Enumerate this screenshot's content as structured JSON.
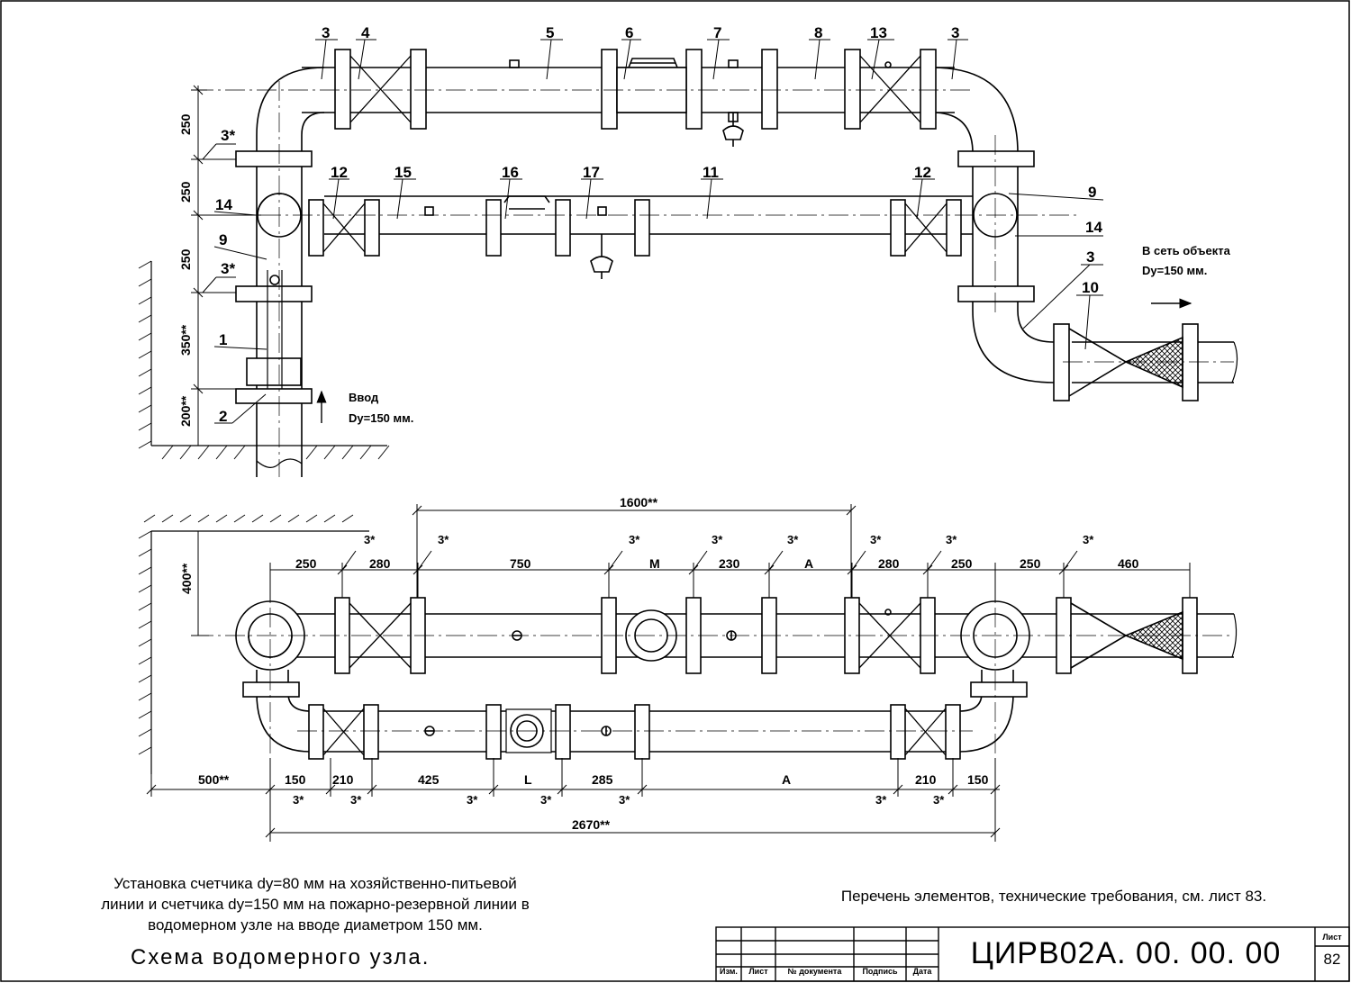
{
  "callouts_top": {
    "c3_left": "3",
    "c4": "4",
    "c5": "5",
    "c6": "6",
    "c7": "7",
    "c8": "8",
    "c13": "13",
    "c3_right": "3",
    "c12_left": "12",
    "c15": "15",
    "c16": "16",
    "c17": "17",
    "c11": "11",
    "c12_right": "12",
    "c14_left": "14",
    "c9_left": "9",
    "c1": "1",
    "c2": "2",
    "c9_right": "9",
    "c14_right": "14",
    "c3_lower": "3",
    "c10": "10"
  },
  "top_dims": {
    "d250_a": "250",
    "d250_b": "250",
    "d250_c": "250",
    "d350": "350**",
    "d200": "200**",
    "s3_a": "3*",
    "s3_b": "3*"
  },
  "top_notes": {
    "inlet_1": "Ввод",
    "inlet_2": "Dy=150 мм.",
    "outlet_1": "В сеть объекта",
    "outlet_2": "Dy=150 мм."
  },
  "plan_dims": {
    "d1600": "1600**",
    "d400": "400**",
    "top_row": [
      "250",
      "280",
      "750",
      "M",
      "230",
      "A",
      "280",
      "250",
      "250",
      "460"
    ],
    "top_marks": [
      "3*",
      "3*",
      "3*",
      "3*",
      "3*",
      "3*",
      "3*",
      "3*"
    ],
    "bottom_row": [
      "500**",
      "150",
      "210",
      "425",
      "L",
      "285",
      "A",
      "210",
      "150"
    ],
    "bottom_marks": [
      "3*",
      "3*",
      "3*",
      "3*",
      "3*",
      "3*",
      "3*"
    ],
    "d2670": "2670**"
  },
  "caption": {
    "line1": "Установка счетчика dy=80 мм на хозяйственно-питьевой",
    "line2": "линии и счетчика dy=150 мм на пожарно-резервной линии в",
    "line3": "водомерном узле на вводе диаметром 150 мм.",
    "reference": "Перечень элементов, технические требования, см. лист 83.",
    "title": "Схема водомерного узла."
  },
  "stamp": {
    "code": "ЦИРВ02А. 00. 00. 00",
    "sheet_label": "Лист",
    "sheet_number": "82",
    "headers": [
      "Изм.",
      "Лист",
      "№ документа",
      "Подпись",
      "Дата"
    ]
  }
}
